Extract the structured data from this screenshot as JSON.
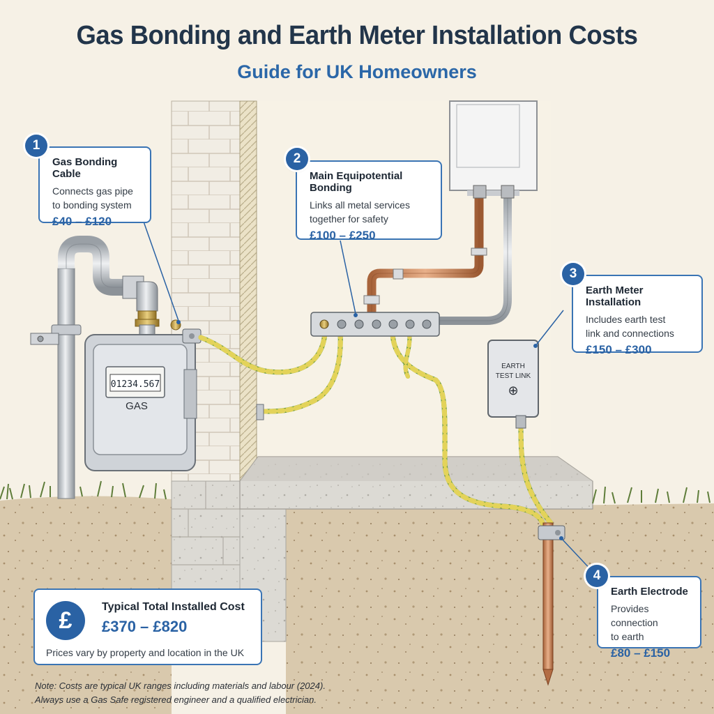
{
  "title": "Gas Bonding and Earth Meter Installation Costs",
  "subtitle": "Guide for UK Homeowners",
  "callouts": [
    {
      "number": "1",
      "title": "Gas Bonding Cable",
      "line1": "Connects gas pipe",
      "line2": "to bonding system",
      "price": "£40 – £120"
    },
    {
      "number": "2",
      "title": "Main Equipotential Bonding",
      "line1": "Links all metal services",
      "line2": "together for safety",
      "price": "£100 – £250"
    },
    {
      "number": "3",
      "title": "Earth Meter Installation",
      "line1": "Includes earth test",
      "line2": "link and connections",
      "price": "£150 – £300"
    },
    {
      "number": "4",
      "title": "Earth Electrode",
      "line1": "Provides connection",
      "line2": "to earth",
      "price": "£80 – £150"
    }
  ],
  "total": {
    "icon": "£",
    "title": "Typical Total Installed Cost",
    "price": "£370 – £820",
    "note": "Prices vary by property and location in the UK"
  },
  "meter": {
    "reading": "01234.567",
    "label": "GAS"
  },
  "test_link": {
    "line1": "EARTH",
    "line2": "TEST LINK",
    "symbol": "⊕"
  },
  "footnote": {
    "line1": "Note: Costs are typical UK ranges including materials and labour (2024).",
    "line2": "Always use a Gas Safe registered engineer and a qualified electrician."
  },
  "colors": {
    "accent": "#2a62a4",
    "bond_cable_green": "#6a9a3a",
    "bond_cable_yellow": "#e3d35a",
    "copper": "#c88a5e"
  }
}
